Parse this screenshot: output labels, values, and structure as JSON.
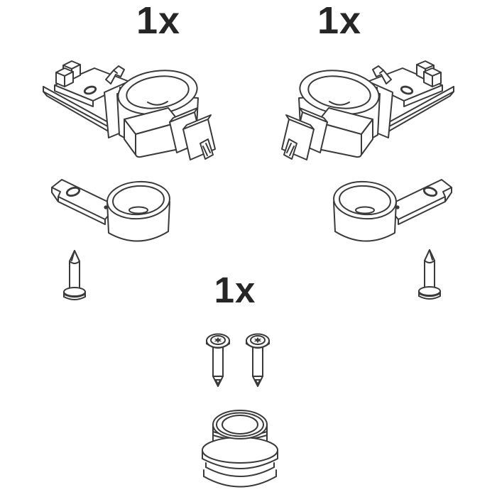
{
  "canvas": {
    "background_color": "#ffffff",
    "line_color": "#3a3a3a",
    "label_color": "#262626"
  },
  "labels": {
    "top_left_qty": "1x",
    "top_right_qty": "1x",
    "center_qty": "1x"
  },
  "parts": [
    {
      "id": "mounting-bracket-assembly-left",
      "qty": "1x"
    },
    {
      "id": "mounting-bracket-assembly-right",
      "qty": "1x"
    },
    {
      "id": "cam-bushing-left"
    },
    {
      "id": "cam-bushing-right"
    },
    {
      "id": "dowel-pin-left"
    },
    {
      "id": "dowel-pin-right"
    },
    {
      "id": "torx-screw-left"
    },
    {
      "id": "torx-screw-right"
    },
    {
      "id": "sleeve-grommet",
      "qty": "1x"
    }
  ]
}
